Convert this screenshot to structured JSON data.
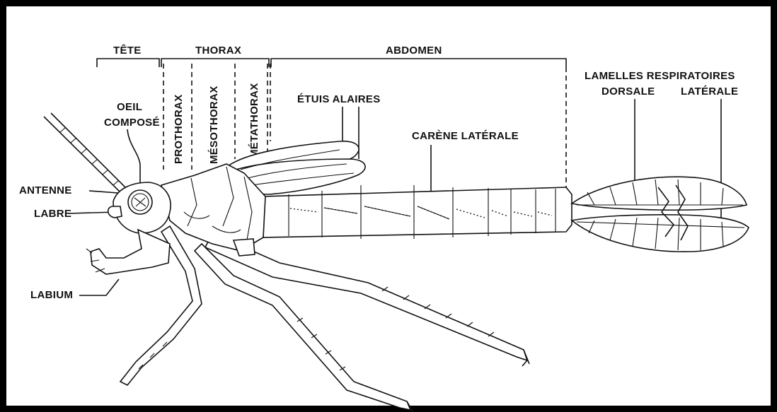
{
  "labels": {
    "tete": "TÊTE",
    "thorax": "THORAX",
    "abdomen": "ABDOMEN",
    "prothorax": "PROTHORAX",
    "mesothorax": "MÉSOTHORAX",
    "metathorax": "MÉTATHORAX",
    "oeil_line1": "OEIL",
    "oeil_line2": "COMPOSÉ",
    "etuis_alaires": "ÉTUIS ALAIRES",
    "carene_laterale": "CARÈNE LATÉRALE",
    "lamelles_respiratoires": "LAMELLES RESPIRATOIRES",
    "dorsale": "DORSALE",
    "laterale": "LATÉRALE",
    "antenne": "ANTENNE",
    "labre": "LABRE",
    "labium": "LABIUM"
  }
}
